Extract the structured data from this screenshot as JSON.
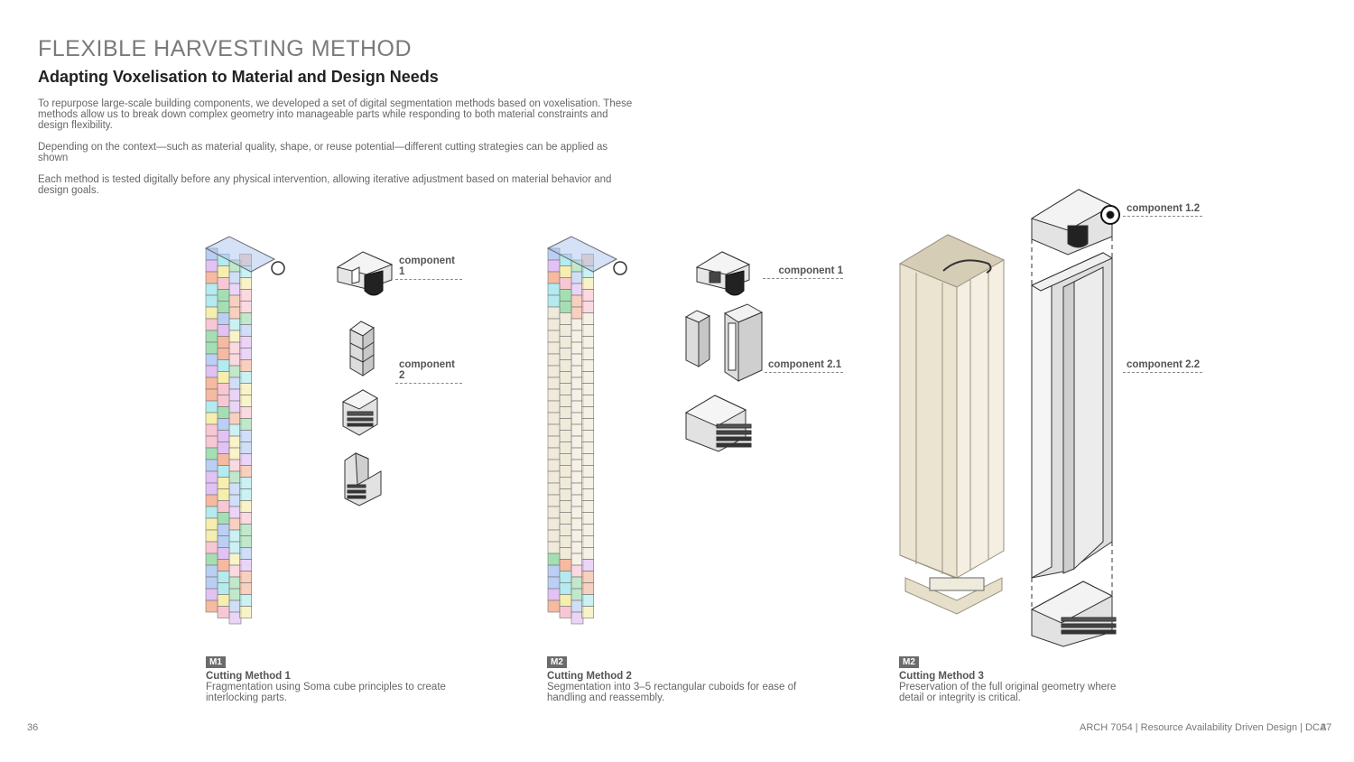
{
  "header": {
    "title": "FLEXIBLE HARVESTING METHOD",
    "subtitle": "Adapting Voxelisation to Material and Design Needs"
  },
  "intro": {
    "p1": "To repurpose large-scale building components, we developed a set of digital segmentation methods based on voxelisation. These methods allow us to break down complex geometry into manageable parts while responding to both material constraints and design flexibility.",
    "p2": "Depending on the context—such as material quality, shape, or reuse potential—different cutting strategies can be applied as shown",
    "p3": "Each method is tested digitally before any physical intervention, allowing iterative adjustment based on material behavior and design goals."
  },
  "callouts": {
    "m1_c1": "component 1",
    "m1_c2": "component 2",
    "m2_c1": "component 1",
    "m2_c21": "component 2.1",
    "m3_c12": "component 1.2",
    "m3_c22": "component 2.2"
  },
  "methods": [
    {
      "badge": "M1",
      "title": "Cutting Method 1",
      "desc": "Fragmentation using Soma cube principles to create interlocking parts."
    },
    {
      "badge": "M2",
      "title": "Cutting Method 2",
      "desc": "Segmentation into 3–5 rectangular cuboids for ease of handling and reassembly."
    },
    {
      "badge": "M2",
      "title": "Cutting Method 3",
      "desc": "Preservation of the full original geometry where detail or integrity is critical."
    }
  ],
  "footer": {
    "page_left": "36",
    "course": "ARCH 7054  |  Resource  Availability  Driven Design |  DCA",
    "page_right": "37"
  },
  "colors": {
    "voxel_palette": [
      "#a9c3f0",
      "#f3a98a",
      "#f3ea9a",
      "#8fd6a0",
      "#d9b3f0",
      "#a0e6ea",
      "#f6b9c9"
    ],
    "stone": "#ece5d2",
    "grey_component": "#d9d9d9"
  }
}
